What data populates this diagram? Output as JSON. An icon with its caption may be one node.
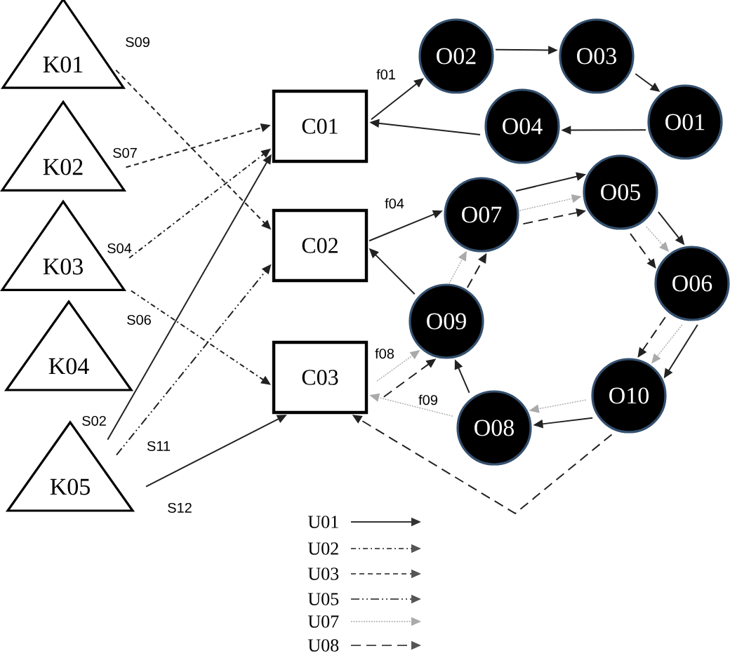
{
  "diagram": {
    "nodes": [
      {
        "text": [
          "K01"
        ]
      },
      {
        "text": [
          "K02"
        ]
      },
      {
        "text": [
          "K03"
        ]
      },
      {
        "text": [
          "K04"
        ]
      },
      {
        "text": [
          "K05"
        ]
      },
      {
        "text": [
          "C01"
        ]
      },
      {
        "text": [
          "C02"
        ]
      },
      {
        "text": [
          "C03"
        ]
      },
      {
        "text": [
          "O02"
        ]
      },
      {
        "text": [
          "O03"
        ]
      },
      {
        "text": [
          "O04"
        ]
      },
      {
        "text": [
          "O01"
        ]
      },
      {
        "text": [
          "O07"
        ]
      },
      {
        "text": [
          "O05"
        ]
      },
      {
        "text": [
          "O06"
        ]
      },
      {
        "text": [
          "O09"
        ]
      },
      {
        "text": [
          "O08"
        ]
      },
      {
        "text": [
          "O10"
        ]
      }
    ],
    "edges": [
      {
        "from": 0,
        "to": 6,
        "arrow": "to",
        "label": "S09",
        "style": "dashed"
      },
      {
        "from": 1,
        "to": 5,
        "arrow": "to",
        "label": "S07",
        "style": "dashed"
      },
      {
        "from": 2,
        "to": 5,
        "arrow": "to",
        "label": "S04",
        "style": "dashed"
      },
      {
        "from": 2,
        "to": 7,
        "arrow": "to",
        "label": "S06",
        "style": "dashed"
      },
      {
        "from": 4,
        "to": 5,
        "arrow": "to",
        "label": "S02"
      },
      {
        "from": 4,
        "to": 6,
        "arrow": "to",
        "label": "S11",
        "style": "dashed"
      },
      {
        "from": 4,
        "to": 7,
        "arrow": "to",
        "label": "S12"
      },
      {
        "from": 5,
        "to": 8,
        "arrow": "to",
        "label": "f01"
      },
      {
        "from": 8,
        "to": 9,
        "arrow": "to"
      },
      {
        "from": 9,
        "to": 11,
        "arrow": "to"
      },
      {
        "from": 11,
        "to": 10,
        "arrow": "to"
      },
      {
        "from": 10,
        "to": 5,
        "arrow": "to"
      },
      {
        "from": 6,
        "to": 12,
        "arrow": "to",
        "label": "f04"
      },
      {
        "from": 12,
        "to": 13,
        "arrow": "to"
      },
      {
        "from": 12,
        "to": 13,
        "arrow": "to",
        "style": "dashed",
        "color": "#aaaaaa"
      },
      {
        "from": 12,
        "to": 13,
        "arrow": "to",
        "style": "dashed"
      },
      {
        "from": 13,
        "to": 14,
        "arrow": "to"
      },
      {
        "from": 13,
        "to": 14,
        "arrow": "to",
        "style": "dashed",
        "color": "#aaaaaa"
      },
      {
        "from": 13,
        "to": 14,
        "arrow": "to",
        "style": "dashed"
      },
      {
        "from": 14,
        "to": 17,
        "arrow": "to",
        "style": "dashed"
      },
      {
        "from": 14,
        "to": 17,
        "arrow": "to",
        "style": "dashed",
        "color": "#aaaaaa"
      },
      {
        "from": 14,
        "to": 17,
        "arrow": "to"
      },
      {
        "from": 17,
        "to": 16,
        "arrow": "to",
        "style": "dashed",
        "color": "#aaaaaa"
      },
      {
        "from": 17,
        "to": 16,
        "arrow": "to"
      },
      {
        "from": 17,
        "to": 7,
        "arrow": "to",
        "style": "dashed"
      },
      {
        "from": 16,
        "to": 15,
        "arrow": "to"
      },
      {
        "from": 16,
        "to": 7,
        "arrow": "to",
        "label": "f09",
        "style": "dashed",
        "color": "#aaaaaa"
      },
      {
        "from": 7,
        "to": 15,
        "arrow": "to",
        "label": "f08",
        "style": "dashed",
        "color": "#aaaaaa"
      },
      {
        "from": 7,
        "to": 15,
        "arrow": "to",
        "style": "dashed"
      },
      {
        "from": 15,
        "to": 6,
        "arrow": "to"
      },
      {
        "from": 15,
        "to": 12,
        "arrow": "to",
        "style": "dashed",
        "color": "#aaaaaa"
      },
      {
        "from": 15,
        "to": 12,
        "arrow": "to",
        "style": "dashed"
      }
    ],
    "legend": [
      {
        "text": "U01"
      },
      {
        "text": "U02"
      },
      {
        "text": "U03"
      },
      {
        "text": "U05"
      },
      {
        "text": "U07"
      },
      {
        "text": "U08"
      }
    ]
  }
}
